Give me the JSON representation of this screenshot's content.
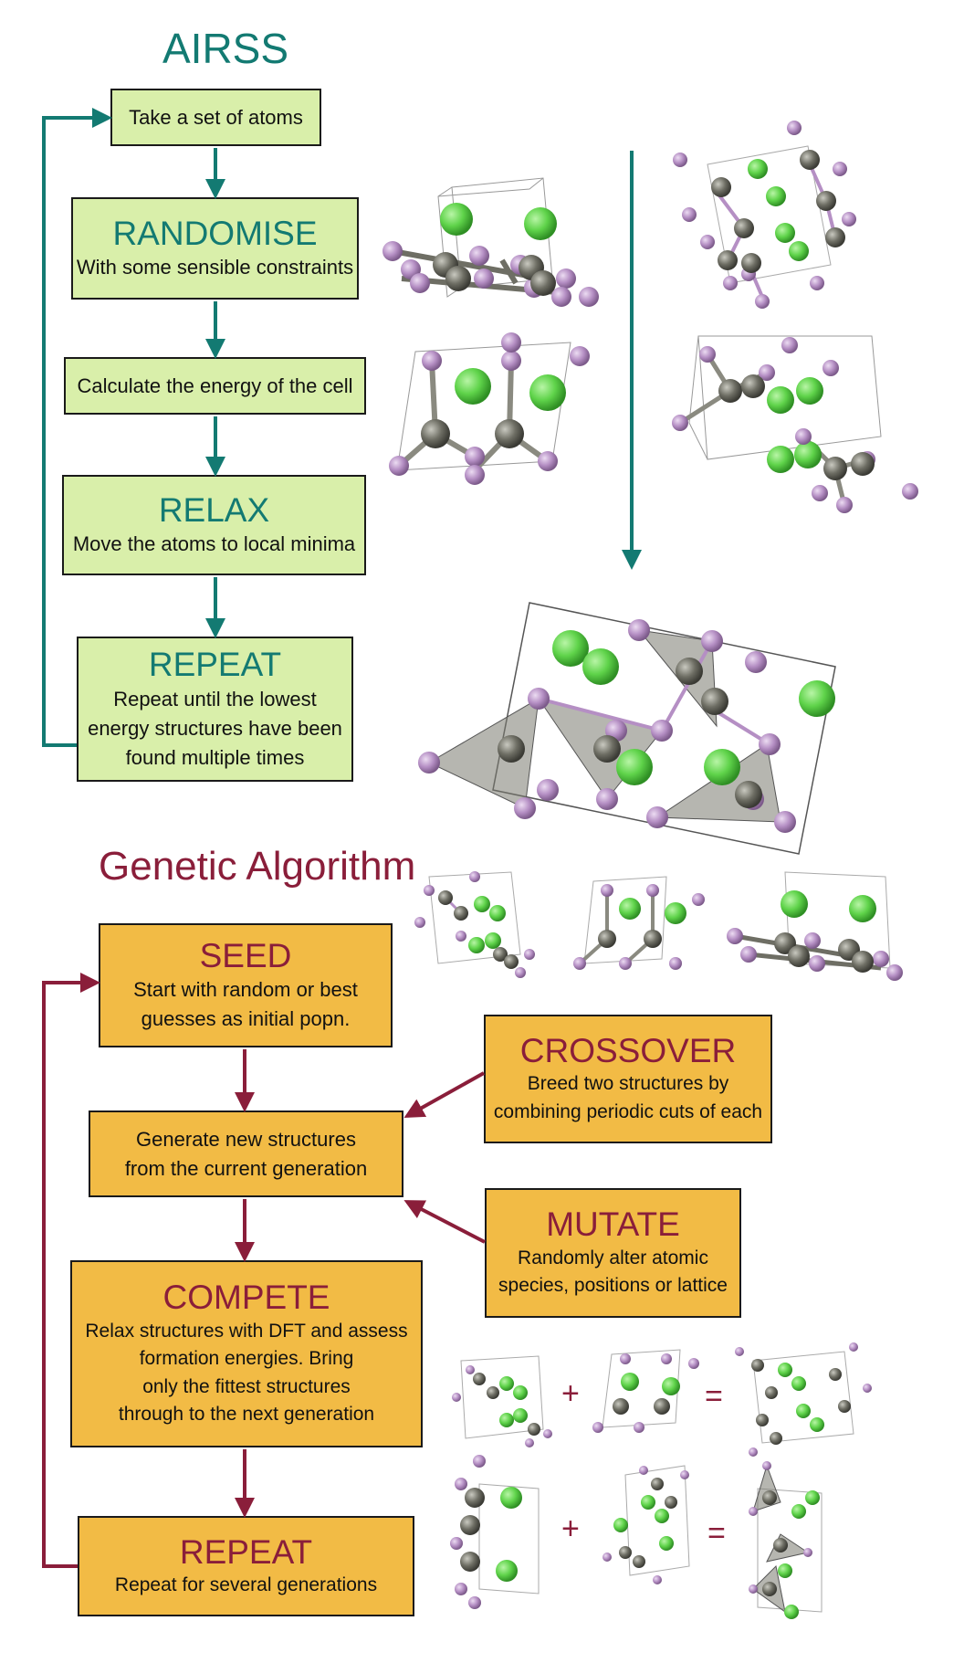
{
  "airss": {
    "title": "AIRSS",
    "color": "#137a72",
    "steps": [
      {
        "heading": "",
        "text": "Take a set of atoms"
      },
      {
        "heading": "RANDOMISE",
        "text": "With some sensible constraints"
      },
      {
        "heading": "",
        "text": "Calculate the energy of the cell"
      },
      {
        "heading": "RELAX",
        "text": "Move the atoms to local minima"
      },
      {
        "heading": "REPEAT",
        "lines": [
          "Repeat until the lowest",
          "energy structures have been",
          "found multiple times"
        ]
      }
    ]
  },
  "ga": {
    "title": "Genetic Algorithm",
    "color": "#8a1e3a",
    "seed": {
      "heading": "SEED",
      "lines": [
        "Start with random or best",
        "guesses as initial popn."
      ]
    },
    "generate": {
      "lines": [
        "Generate new structures",
        "from the current generation"
      ]
    },
    "crossover": {
      "heading": "CROSSOVER",
      "lines": [
        "Breed two structures by",
        "combining periodic cuts of each"
      ]
    },
    "mutate": {
      "heading": "MUTATE",
      "lines": [
        "Randomly alter atomic",
        "species, positions or lattice"
      ]
    },
    "compete": {
      "heading": "COMPETE",
      "lines": [
        "Relax structures with DFT and assess",
        "formation energies. Bring",
        "only the fittest structures",
        "through to the next generation"
      ]
    },
    "repeat": {
      "heading": "REPEAT",
      "lines": [
        "Repeat for several generations"
      ]
    }
  },
  "equation_symbols": {
    "plus": "+",
    "equals": "="
  },
  "colors": {
    "box_green": "#d9efaa",
    "box_orange": "#f2bb45",
    "atom_green": "#5fd34a",
    "atom_purple": "#b58fc4",
    "atom_grey": "#6e6e64"
  }
}
